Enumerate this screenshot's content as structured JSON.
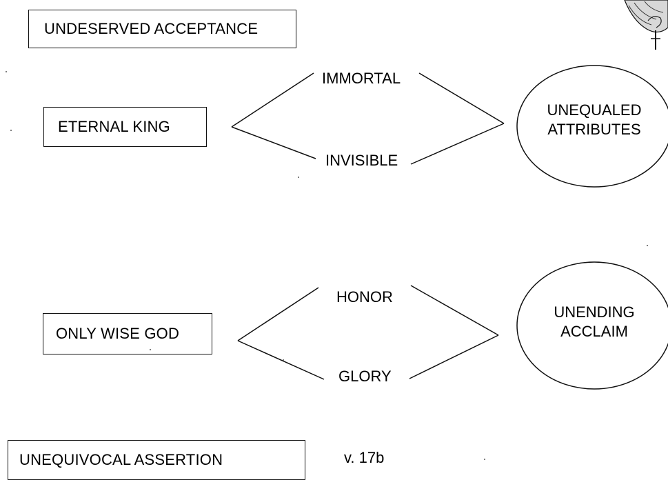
{
  "boxes": {
    "undeserved_acceptance": "UNDESERVED ACCEPTANCE",
    "eternal_king": "ETERNAL KING",
    "only_wise_god": "ONLY WISE GOD",
    "unequivocal_assertion": "UNEQUIVOCAL ASSERTION"
  },
  "group1": {
    "top_label": "IMMORTAL",
    "bottom_label": "INVISIBLE",
    "oval_line1": "UNEQUALED",
    "oval_line2": "ATTRIBUTES"
  },
  "group2": {
    "top_label": "HONOR",
    "bottom_label": "GLORY",
    "oval_line1": "UNENDING",
    "oval_line2": "ACCLAIM"
  },
  "verse_reference": "v. 17b"
}
